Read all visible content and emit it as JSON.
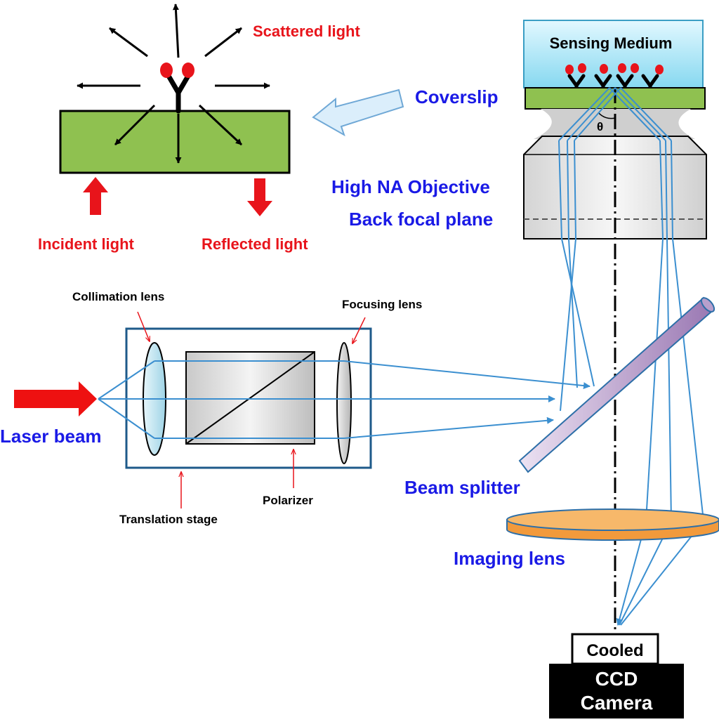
{
  "inset": {
    "scattered_label": "Scattered light",
    "incident_label": "Incident light",
    "reflected_label": "Reflected light"
  },
  "optics": {
    "sensing_medium": "Sensing Medium",
    "coverslip": "Coverslip",
    "objective": "High NA Objective",
    "back_focal_plane": "Back focal plane",
    "theta": "θ",
    "collimation_lens": "Collimation lens",
    "focusing_lens": "Focusing lens",
    "laser_beam": "Laser beam",
    "translation_stage": "Translation stage",
    "polarizer": "Polarizer",
    "beam_splitter": "Beam splitter",
    "imaging_lens": "Imaging lens",
    "camera_top": "Cooled",
    "camera_line1": "CCD",
    "camera_line2": "Camera"
  },
  "colors": {
    "label_red": "#e8141b",
    "label_blue": "#1a1ae6",
    "ray_blue": "#3b8fd0",
    "coverslip_green": "#8fc150",
    "imaging_lens_orange": "#f4a044"
  }
}
